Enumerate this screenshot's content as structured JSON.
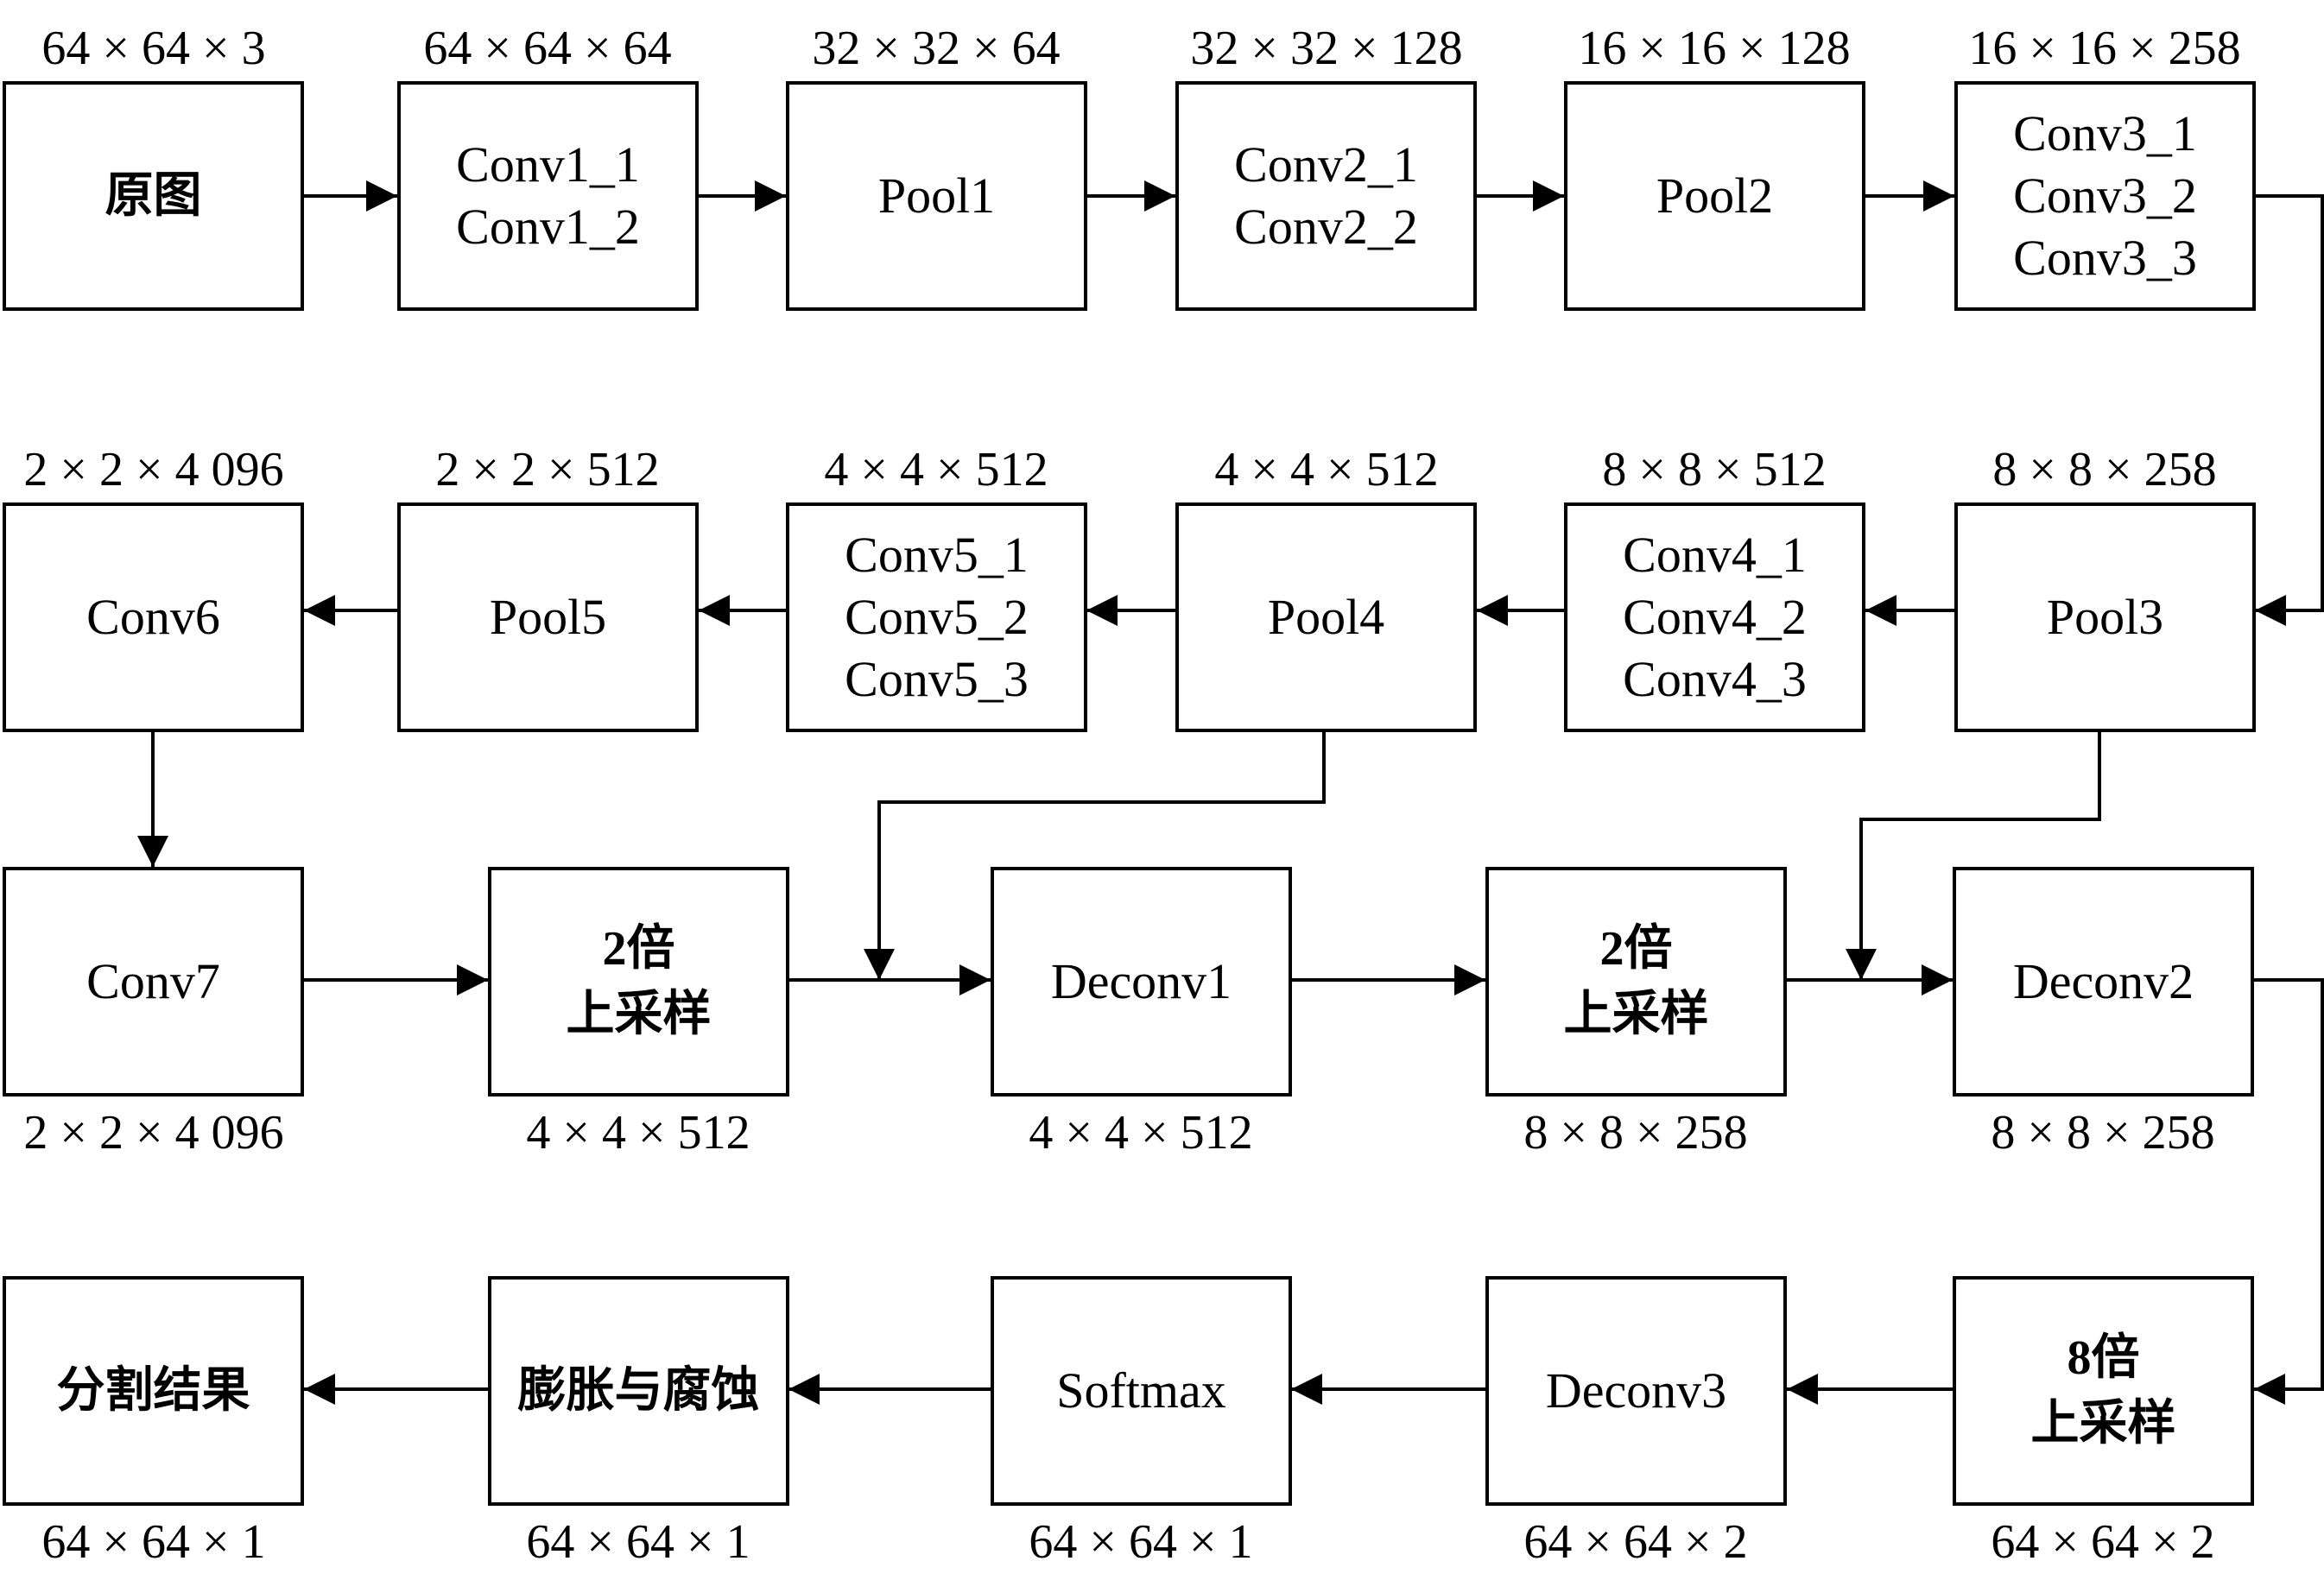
{
  "nodes": {
    "n_orig": {
      "lines": [
        "原图"
      ],
      "dim": "64 × 64 × 3"
    },
    "n_conv1": {
      "lines": [
        "Conv1_1",
        "Conv1_2"
      ],
      "dim": "64 × 64 × 64"
    },
    "n_pool1": {
      "lines": [
        "Pool1"
      ],
      "dim": "32 × 32 × 64"
    },
    "n_conv2": {
      "lines": [
        "Conv2_1",
        "Conv2_2"
      ],
      "dim": "32 × 32 × 128"
    },
    "n_pool2": {
      "lines": [
        "Pool2"
      ],
      "dim": "16 × 16 × 128"
    },
    "n_conv3": {
      "lines": [
        "Conv3_1",
        "Conv3_2",
        "Conv3_3"
      ],
      "dim": "16 × 16 × 258"
    },
    "n_conv6": {
      "lines": [
        "Conv6"
      ],
      "dim": "2 × 2 × 4 096"
    },
    "n_pool5": {
      "lines": [
        "Pool5"
      ],
      "dim": "2 × 2 × 512"
    },
    "n_conv5": {
      "lines": [
        "Conv5_1",
        "Conv5_2",
        "Conv5_3"
      ],
      "dim": "4 × 4 × 512"
    },
    "n_pool4": {
      "lines": [
        "Pool4"
      ],
      "dim": "4 × 4 × 512"
    },
    "n_conv4": {
      "lines": [
        "Conv4_1",
        "Conv4_2",
        "Conv4_3"
      ],
      "dim": "8 × 8 × 512"
    },
    "n_pool3": {
      "lines": [
        "Pool3"
      ],
      "dim": "8 × 8 × 258"
    },
    "n_conv7": {
      "lines": [
        "Conv7"
      ],
      "dim": "2 × 2 × 4 096"
    },
    "n_up2a": {
      "lines": [
        "2倍",
        "上采样"
      ],
      "dim": "4 × 4 × 512"
    },
    "n_deconv1": {
      "lines": [
        "Deconv1"
      ],
      "dim": "4 × 4 × 512"
    },
    "n_up2b": {
      "lines": [
        "2倍",
        "上采样"
      ],
      "dim": "8 × 8 × 258"
    },
    "n_deconv2": {
      "lines": [
        "Deconv2"
      ],
      "dim": "8 × 8 × 258"
    },
    "n_result": {
      "lines": [
        "分割结果"
      ],
      "dim": "64 × 64 × 1"
    },
    "n_morph": {
      "lines": [
        "膨胀与腐蚀"
      ],
      "dim": "64 × 64 × 1"
    },
    "n_softmax": {
      "lines": [
        "Softmax"
      ],
      "dim": "64 × 64 × 1"
    },
    "n_deconv3": {
      "lines": [
        "Deconv3"
      ],
      "dim": "64 × 64 × 2"
    },
    "n_up8": {
      "lines": [
        "8倍",
        "上采样"
      ],
      "dim": "64 × 64 × 2"
    }
  }
}
